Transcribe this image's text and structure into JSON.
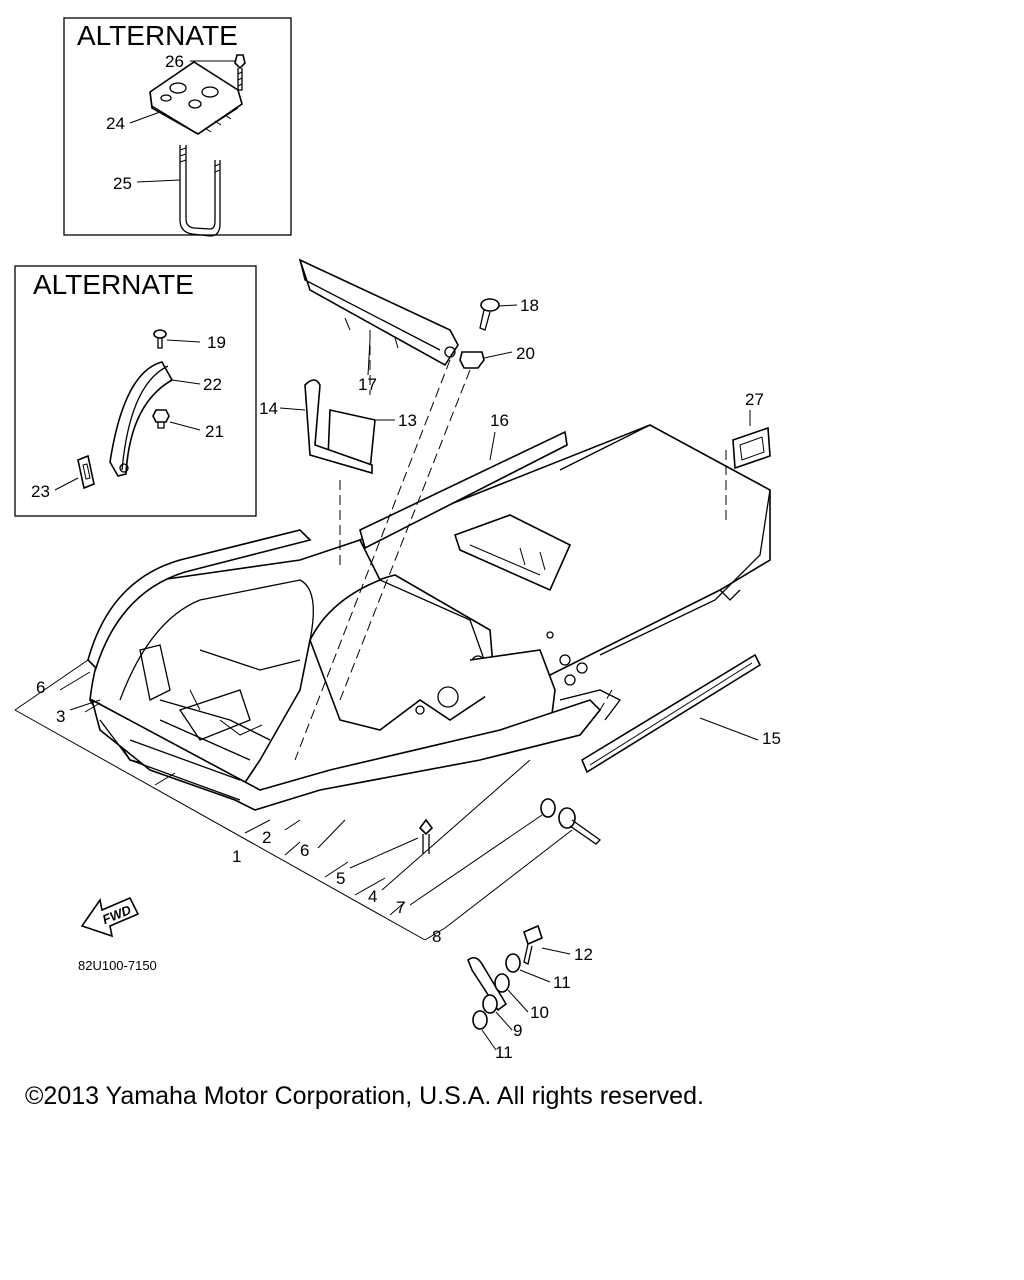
{
  "diagram": {
    "alternate_boxes": [
      {
        "title": "ALTERNATE",
        "callouts": [
          "26",
          "24",
          "25"
        ]
      },
      {
        "title": "ALTERNATE",
        "callouts": [
          "19",
          "22",
          "21",
          "23"
        ]
      }
    ],
    "callouts": [
      "1",
      "2",
      "3",
      "4",
      "5",
      "6",
      "6",
      "7",
      "8",
      "9",
      "10",
      "11",
      "11",
      "12",
      "13",
      "14",
      "15",
      "16",
      "17",
      "18",
      "20",
      "27"
    ],
    "fwd_label": "FWD",
    "drawing_code": "82U100-7150"
  },
  "copyright": "©2013 Yamaha Motor Corporation, U.S.A. All rights reserved."
}
